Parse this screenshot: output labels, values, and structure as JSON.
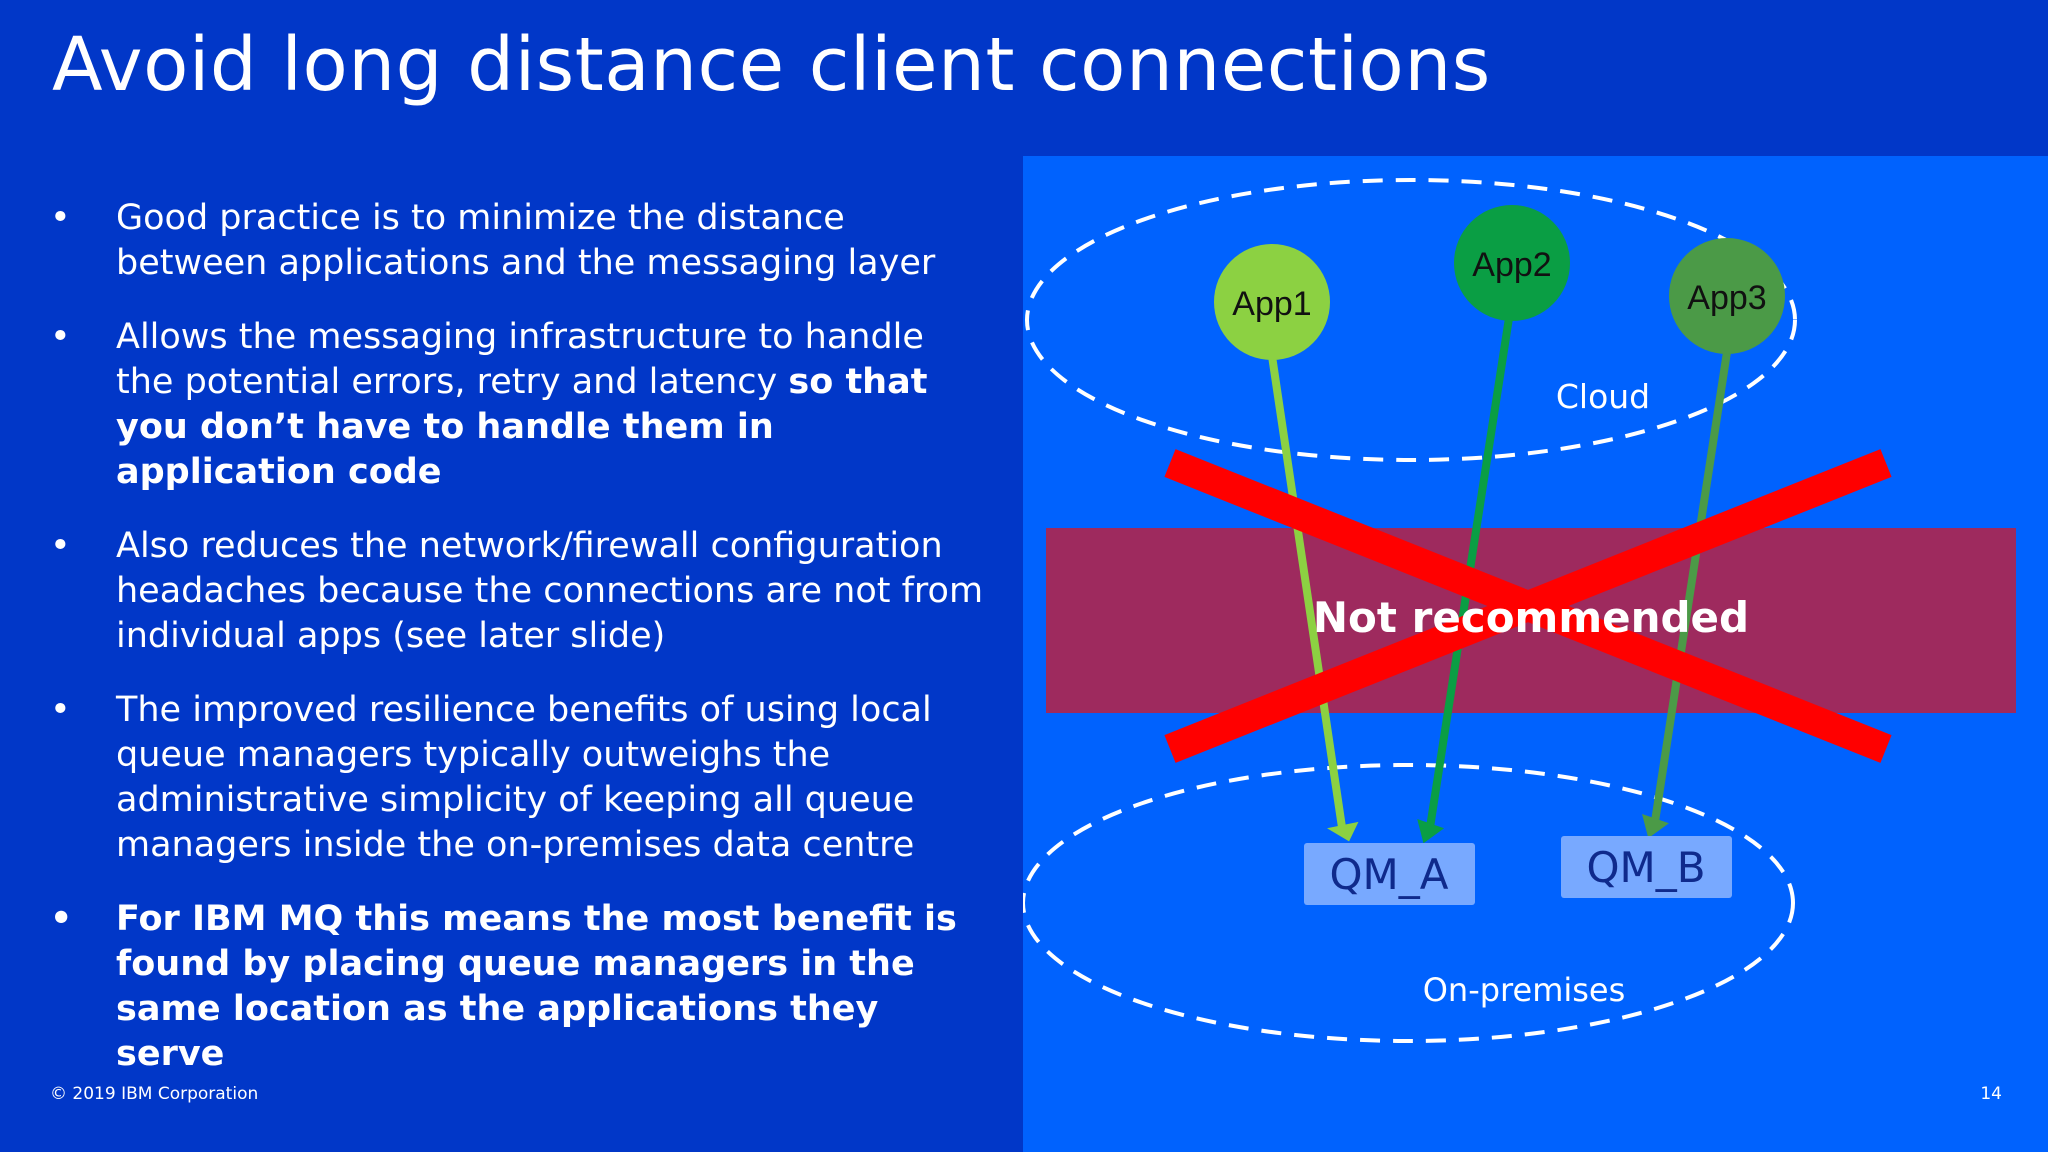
{
  "slide": {
    "title": "Avoid long distance client connections",
    "footer": "© 2019 IBM Corporation",
    "page_number": "14"
  },
  "bullets": [
    {
      "text": "Good practice is to minimize the distance between applications and the messaging layer",
      "bold_text": ""
    },
    {
      "text": "Allows the messaging infrastructure to handle the potential errors, retry and latency ",
      "bold_text": "so that you don’t have to handle them in application code"
    },
    {
      "text": "Also reduces the network/firewall configuration headaches because the connections are not from individual apps (see later slide)",
      "bold_text": ""
    },
    {
      "text": "The improved resilience benefits of using local queue managers typically outweighs the administrative simplicity of keeping all queue managers inside the on-premises data centre",
      "bold_text": ""
    },
    {
      "text": "",
      "bold_text": "For IBM MQ this means the most benefit is found by placing queue managers in the same location as the applications they serve"
    }
  ],
  "diagram": {
    "cloud_label": "Cloud",
    "onprem_label": "On-premises",
    "banner_label": "Not recommended",
    "apps": [
      {
        "label": "App1",
        "color": "#8cd142"
      },
      {
        "label": "App2",
        "color": "#0a9e44"
      },
      {
        "label": "App3",
        "color": "#4b9a47"
      }
    ],
    "queue_managers": [
      {
        "label": "QM_A"
      },
      {
        "label": "QM_B"
      }
    ],
    "colors": {
      "background": "#0137c8",
      "panel": "#0062fe",
      "banner": "#9e2a5e",
      "cross": "#ff0000",
      "qm_box": "#78a9ff",
      "qm_text": "#0f2a8c"
    }
  }
}
